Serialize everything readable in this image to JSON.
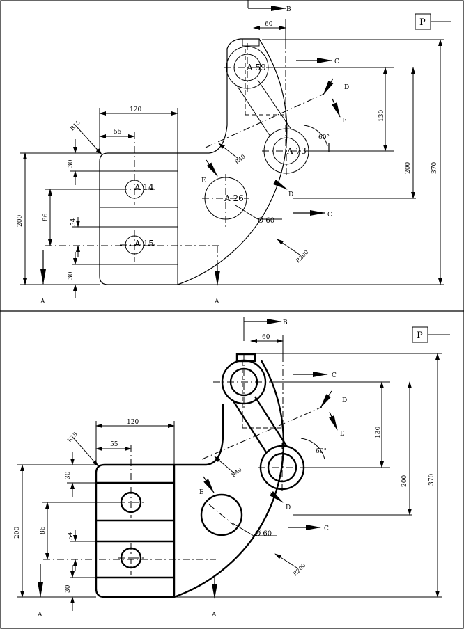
{
  "drawing": {
    "views": [
      {
        "name": "top-view",
        "labels": {
          "P": "P",
          "B": "B",
          "C": "C",
          "D": "D",
          "E": "E",
          "A": "A",
          "bore_tags": [
            "A 59",
            "A 73",
            "A 26",
            "A 14",
            "A 15"
          ]
        },
        "dims": {
          "d60": "60",
          "d120": "120",
          "d55": "55",
          "d130": "130",
          "d200": "200",
          "d370": "370",
          "d30a": "30",
          "d86": "86",
          "d54": "54",
          "d30b": "30",
          "d200left": "200",
          "r15": "R15",
          "r40": "R40",
          "r200": "R200",
          "phi60": "Ø 60",
          "angle60": "60°"
        }
      },
      {
        "name": "bottom-view",
        "labels": {
          "P": "P",
          "B": "B",
          "C": "C",
          "D": "D",
          "E": "E",
          "A": "A"
        },
        "dims": {
          "d60": "60",
          "d120": "120",
          "d55": "55",
          "d130": "130",
          "d200": "200",
          "d370": "370",
          "d30a": "30",
          "d86": "86",
          "d54": "54",
          "d30b": "30",
          "d200left": "200",
          "r15": "R15",
          "r40": "R40",
          "r200": "R200",
          "phi60": "Ø 60",
          "angle60": "60°"
        }
      }
    ]
  }
}
